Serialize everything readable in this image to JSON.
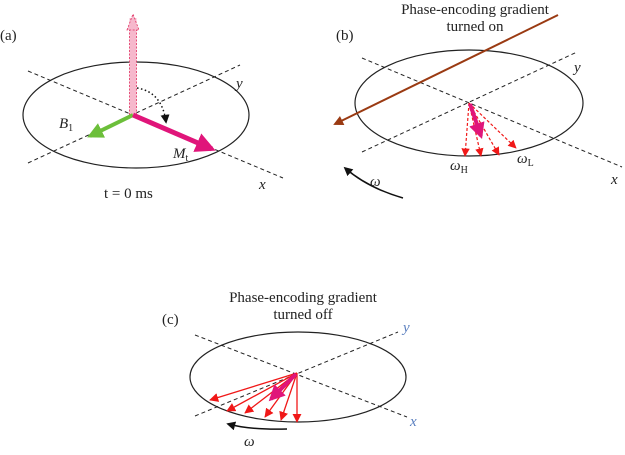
{
  "panel_a": {
    "label": "(a)",
    "b_label": "B",
    "b_sub": "1",
    "m_label": "M",
    "m_sub": "t",
    "x_axis": "x",
    "y_axis": "y",
    "time": "t = 0 ms"
  },
  "panel_b": {
    "label": "(b)",
    "title_line1": "Phase-encoding gradient",
    "title_line2": "turned on",
    "omega_h": "ω",
    "omega_h_sub": "H",
    "omega_l": "ω",
    "omega_l_sub": "L",
    "omega": "ω",
    "x_axis": "x",
    "y_axis": "y"
  },
  "panel_c": {
    "label": "(c)",
    "title_line1": "Phase-encoding gradient",
    "title_line2": "turned off",
    "omega": "ω",
    "x_axis": "x",
    "y_axis": "y"
  },
  "colors": {
    "magnetization": "#e0157a",
    "b1": "#6cbf3a",
    "gradient": "#9a3a12",
    "spins": "#f01818",
    "axis_label_c": "#5a7fbf"
  }
}
